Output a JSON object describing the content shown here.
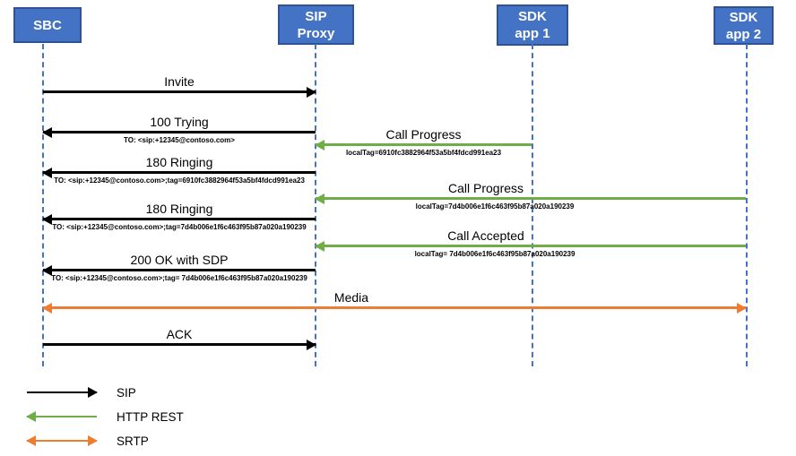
{
  "actors": [
    {
      "id": "sbc",
      "label": "SBC"
    },
    {
      "id": "sip-proxy",
      "label": "SIP Proxy"
    },
    {
      "id": "sdk-app-1",
      "label": "SDK app 1"
    },
    {
      "id": "sdk-app-2",
      "label": "SDK app 2"
    }
  ],
  "messages": [
    {
      "label": "Invite",
      "sublabel": "",
      "protocol": "SIP",
      "from": "SBC",
      "to": "SIP Proxy"
    },
    {
      "label": "100 Trying",
      "sublabel": "TO: <sip:+12345@contoso.com>",
      "protocol": "SIP",
      "from": "SIP Proxy",
      "to": "SBC"
    },
    {
      "label": "Call Progress",
      "sublabel": "localTag=6910fc3882964f53a5bf4fdcd991ea23",
      "protocol": "HTTP REST",
      "from": "SDK app 1",
      "to": "SIP Proxy"
    },
    {
      "label": "180 Ringing",
      "sublabel": "TO: <sip:+12345@contoso.com>;tag=6910fc3882964f53a5bf4fdcd991ea23",
      "protocol": "SIP",
      "from": "SIP Proxy",
      "to": "SBC"
    },
    {
      "label": "Call Progress",
      "sublabel": "localTag=7d4b006e1f6c463f95b87a020a190239",
      "protocol": "HTTP REST",
      "from": "SDK app 2",
      "to": "SIP Proxy"
    },
    {
      "label": "180 Ringing",
      "sublabel": "TO: <sip:+12345@contoso.com>;tag=7d4b006e1f6c463f95b87a020a190239",
      "protocol": "SIP",
      "from": "SIP Proxy",
      "to": "SBC"
    },
    {
      "label": "Call Accepted",
      "sublabel": "localTag= 7d4b006e1f6c463f95b87a020a190239",
      "protocol": "HTTP REST",
      "from": "SDK app 2",
      "to": "SIP Proxy"
    },
    {
      "label": "200 OK with SDP",
      "sublabel": "TO: <sip:+12345@contoso.com>;tag= 7d4b006e1f6c463f95b87a020a190239",
      "protocol": "SIP",
      "from": "SIP Proxy",
      "to": "SBC"
    },
    {
      "label": "Media",
      "sublabel": "",
      "protocol": "SRTP",
      "from": "SBC",
      "to": "SDK app 2",
      "bidirectional": true
    },
    {
      "label": "ACK",
      "sublabel": "",
      "protocol": "SIP",
      "from": "SBC",
      "to": "SIP Proxy"
    }
  ],
  "legend": [
    {
      "label": "SIP",
      "color": "#000000",
      "arrow_direction": "right"
    },
    {
      "label": "HTTP REST",
      "color": "#70AD47",
      "arrow_direction": "left"
    },
    {
      "label": "SRTP",
      "color": "#ED7D31",
      "arrow_direction": "both"
    }
  ],
  "colors": {
    "actor_fill": "#4472C4",
    "actor_border": "#2E5395",
    "lifeline": "#4472C4",
    "sip_arrow": "#000000",
    "http_rest_arrow": "#70AD47",
    "srtp_arrow": "#ED7D31"
  }
}
